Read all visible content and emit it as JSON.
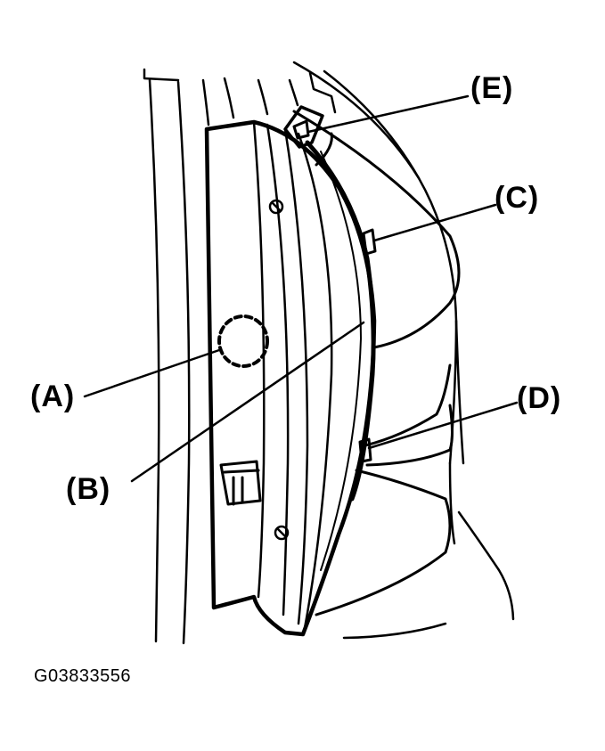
{
  "colors": {
    "line": "#000000",
    "background": "#ffffff"
  },
  "callouts": {
    "a": "(A)",
    "b": "(B)",
    "c": "(C)",
    "d": "(D)",
    "e": "(E)"
  },
  "figure_id": "G03833556"
}
